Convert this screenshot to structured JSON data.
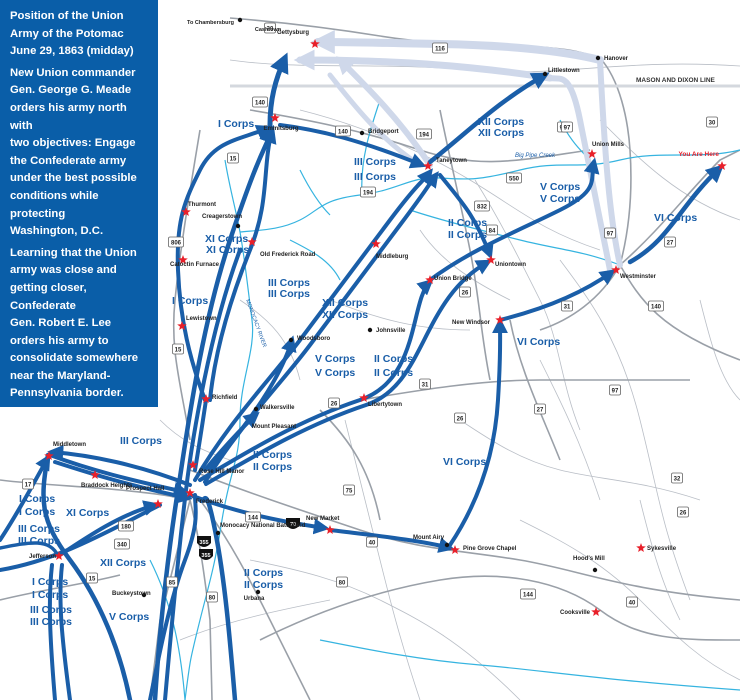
{
  "panel": {
    "title_lines": [
      "Position of the Union",
      "Army of the Potomac",
      "June 29, 1863 (midday)"
    ],
    "para1_lines": [
      "New Union commander",
      "Gen. George G. Meade",
      "orders his army north with",
      "two objectives: Engage",
      "the Confederate army",
      "under the best possible",
      "conditions while protecting",
      "Washington, D.C."
    ],
    "para2_lines": [
      "Learning that the Union",
      "army was close and",
      "getting closer, Confederate",
      "Gen. Robert E. Lee",
      "orders his army to",
      "consolidate somewhere",
      "near the Maryland-",
      "Pennsylvania border."
    ]
  },
  "border_label": "MASON AND DIXON LINE",
  "colors": {
    "corps_blue": "#1a5ea8",
    "star_red": "#e8202a",
    "river": "#36b4e0",
    "road": "#9aa0a8",
    "here_red": "#e8202a"
  },
  "towns": [
    {
      "name": "To Chambersburg"
    },
    {
      "name": "Cashtown"
    },
    {
      "name": "Gettysburg"
    },
    {
      "name": "Hanover"
    },
    {
      "name": "Littlestown"
    },
    {
      "name": "Emmitsburg"
    },
    {
      "name": "Bridgeport"
    },
    {
      "name": "Taneytown"
    },
    {
      "name": "Union Mills"
    },
    {
      "name": "You Are Here"
    },
    {
      "name": "Thurmont"
    },
    {
      "name": "Creagerstown"
    },
    {
      "name": "Old Frederick Road"
    },
    {
      "name": "Middleburg"
    },
    {
      "name": "Uniontown"
    },
    {
      "name": "Union Bridge"
    },
    {
      "name": "Westminster"
    },
    {
      "name": "Catoctin Furnace"
    },
    {
      "name": "Lewistown"
    },
    {
      "name": "Woodsboro"
    },
    {
      "name": "Johnsville"
    },
    {
      "name": "New Windsor"
    },
    {
      "name": "Richfield"
    },
    {
      "name": "Walkersville"
    },
    {
      "name": "Libertytown"
    },
    {
      "name": "Mount Pleasant"
    },
    {
      "name": "Middletown"
    },
    {
      "name": "Braddock Heights"
    },
    {
      "name": "Rose Hill Manor"
    },
    {
      "name": "Prospect Hall"
    },
    {
      "name": "Frederick"
    },
    {
      "name": "Jefferson"
    },
    {
      "name": "Monocacy National Battlefield"
    },
    {
      "name": "New Market"
    },
    {
      "name": "Mount Airy"
    },
    {
      "name": "Pine Grove Chapel"
    },
    {
      "name": "Hood's Mill"
    },
    {
      "name": "Sykesville"
    },
    {
      "name": "Urbana"
    },
    {
      "name": "Buckeystown"
    },
    {
      "name": "Cooksville"
    }
  ],
  "routes": [
    "116",
    "97",
    "30",
    "140",
    "15",
    "832",
    "194",
    "97",
    "27",
    "140",
    "84",
    "806",
    "15",
    "31",
    "194",
    "26",
    "31",
    "27",
    "97",
    "26",
    "75",
    "17",
    "180",
    "340",
    "15",
    "85",
    "355",
    "144",
    "70",
    "40",
    "80",
    "144",
    "32",
    "80",
    "26",
    "40",
    "30",
    "140",
    "355",
    "26",
    "550",
    "97"
  ],
  "corps_labels": [
    "I Corps",
    "XII Corps",
    "III Corps",
    "V Corps",
    "XI Corps",
    "II Corps",
    "VI Corps",
    "I Corps",
    "III Corps",
    "XII Corps",
    "V Corps",
    "II Corps",
    "VI Corps",
    "III Corps",
    "II Corps",
    "I Corps",
    "XI Corps",
    "III Corps",
    "XII Corps",
    "VI Corps",
    "I Corps",
    "III Corps",
    "II Corps",
    "V Corps"
  ],
  "river_labels": [
    "Big Pipe Creek",
    "MONOCACY RIVER"
  ]
}
